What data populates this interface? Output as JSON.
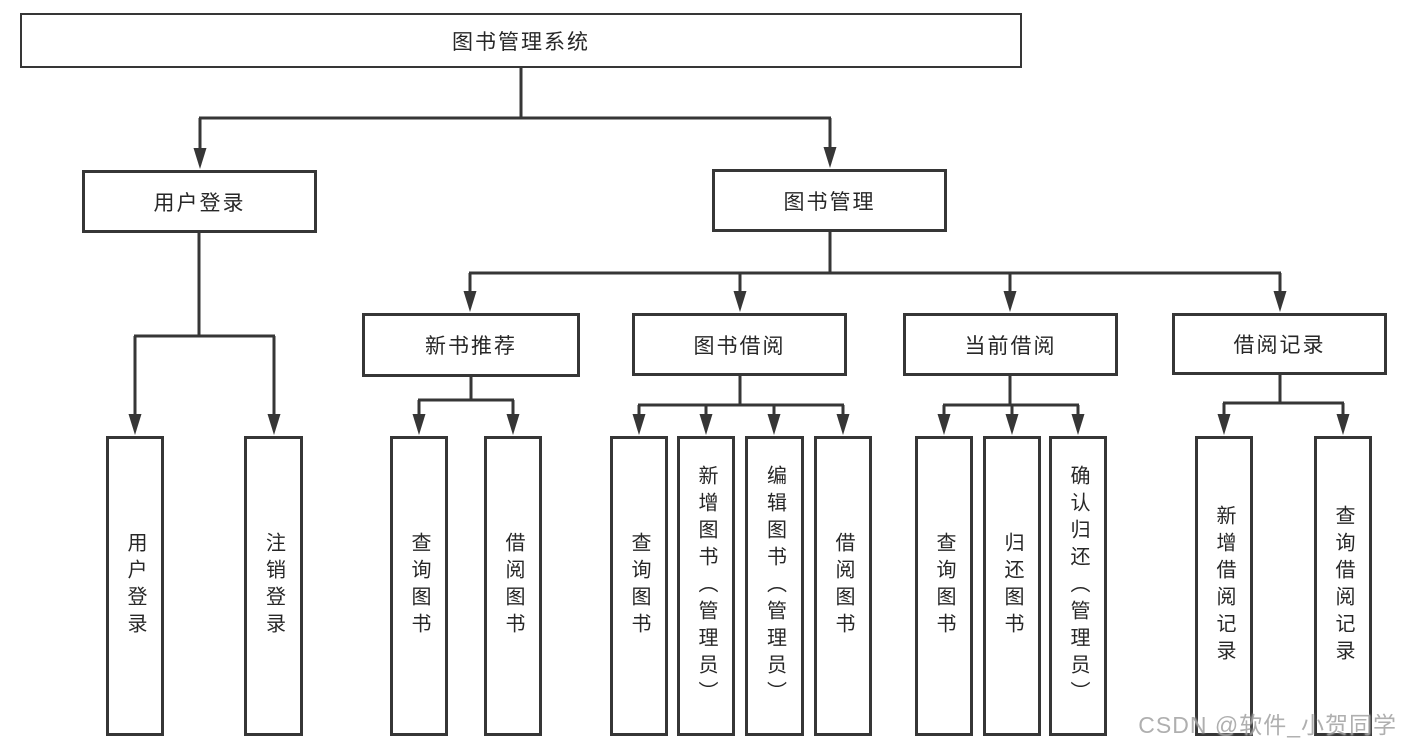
{
  "tree": {
    "label": "图书管理系统",
    "children": [
      {
        "label": "用户登录",
        "children": [
          {
            "label": "用户登录"
          },
          {
            "label": "注销登录"
          }
        ]
      },
      {
        "label": "图书管理",
        "children": [
          {
            "label": "新书推荐",
            "children": [
              {
                "label": "查询图书"
              },
              {
                "label": "借阅图书"
              }
            ]
          },
          {
            "label": "图书借阅",
            "children": [
              {
                "label": "查询图书"
              },
              {
                "label": "新增图书（管理员）"
              },
              {
                "label": "编辑图书（管理员）"
              },
              {
                "label": "借阅图书"
              }
            ]
          },
          {
            "label": "当前借阅",
            "children": [
              {
                "label": "查询图书"
              },
              {
                "label": "归还图书"
              },
              {
                "label": "确认归还（管理员）"
              }
            ]
          },
          {
            "label": "借阅记录",
            "children": [
              {
                "label": "新增借阅记录"
              },
              {
                "label": "查询借阅记录"
              }
            ]
          }
        ]
      }
    ]
  },
  "watermark": {
    "text": "CSDN @软件_小贺同学"
  },
  "colors": {
    "line": "#363636",
    "box_border": "#363636",
    "text": "#272727",
    "watermark": "#949494",
    "background": "#ffffff"
  }
}
